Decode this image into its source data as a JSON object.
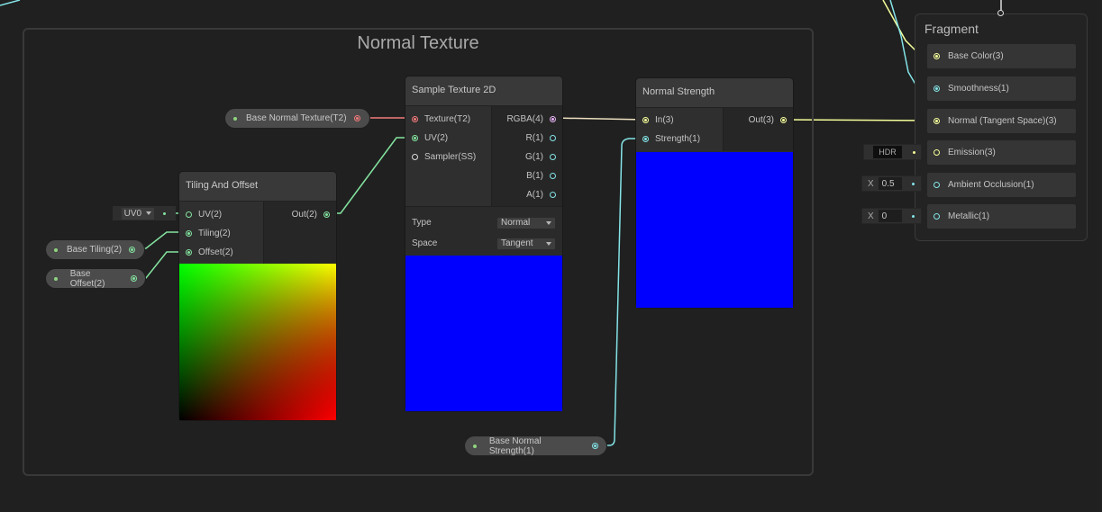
{
  "group": {
    "title": "Normal Texture"
  },
  "properties": {
    "base_normal_texture": {
      "label": "Base Normal Texture(T2)"
    },
    "base_tiling": {
      "label": "Base Tiling(2)"
    },
    "base_offset": {
      "label": "Base Offset(2)"
    },
    "base_normal_strength": {
      "label": "Base Normal Strength(1)"
    }
  },
  "tiling_and_offset": {
    "title": "Tiling And Offset",
    "uv_default": "UV0",
    "inputs": [
      "UV(2)",
      "Tiling(2)",
      "Offset(2)"
    ],
    "outputs": [
      "Out(2)"
    ],
    "preview_colors": {
      "top_left": "#00ff00",
      "top_right": "#ffff00",
      "bottom_left": "#000000",
      "bottom_right": "#ff0000"
    }
  },
  "sample_texture_2d": {
    "title": "Sample Texture 2D",
    "inputs": [
      "Texture(T2)",
      "UV(2)",
      "Sampler(SS)"
    ],
    "outputs": [
      "RGBA(4)",
      "R(1)",
      "G(1)",
      "B(1)",
      "A(1)"
    ],
    "settings": [
      {
        "label": "Type",
        "value": "Normal"
      },
      {
        "label": "Space",
        "value": "Tangent"
      }
    ],
    "preview_color": "#0000ff"
  },
  "normal_strength": {
    "title": "Normal Strength",
    "inputs": [
      "In(3)",
      "Strength(1)"
    ],
    "outputs": [
      "Out(3)"
    ],
    "preview_color": "#0000ff"
  },
  "fragment": {
    "title": "Fragment",
    "slots": [
      {
        "label": "Base Color(3)"
      },
      {
        "label": "Smoothness(1)"
      },
      {
        "label": "Normal (Tangent Space)(3)"
      },
      {
        "label": "Emission(3)"
      },
      {
        "label": "Ambient Occlusion(1)"
      },
      {
        "label": "Metallic(1)"
      }
    ],
    "inline_inputs": {
      "emission": "HDR",
      "ao_axis": "X",
      "ao_value": "0.5",
      "metallic_axis": "X",
      "metallic_value": "0"
    }
  },
  "colors": {
    "background": "#202020",
    "texture_wire": "#f27a7a",
    "vector2_wire": "#84e4a0",
    "vector3_wire": "#f6ff9a",
    "float_wire": "#84e4e7",
    "vector4_wire": "#e7b1f3"
  }
}
